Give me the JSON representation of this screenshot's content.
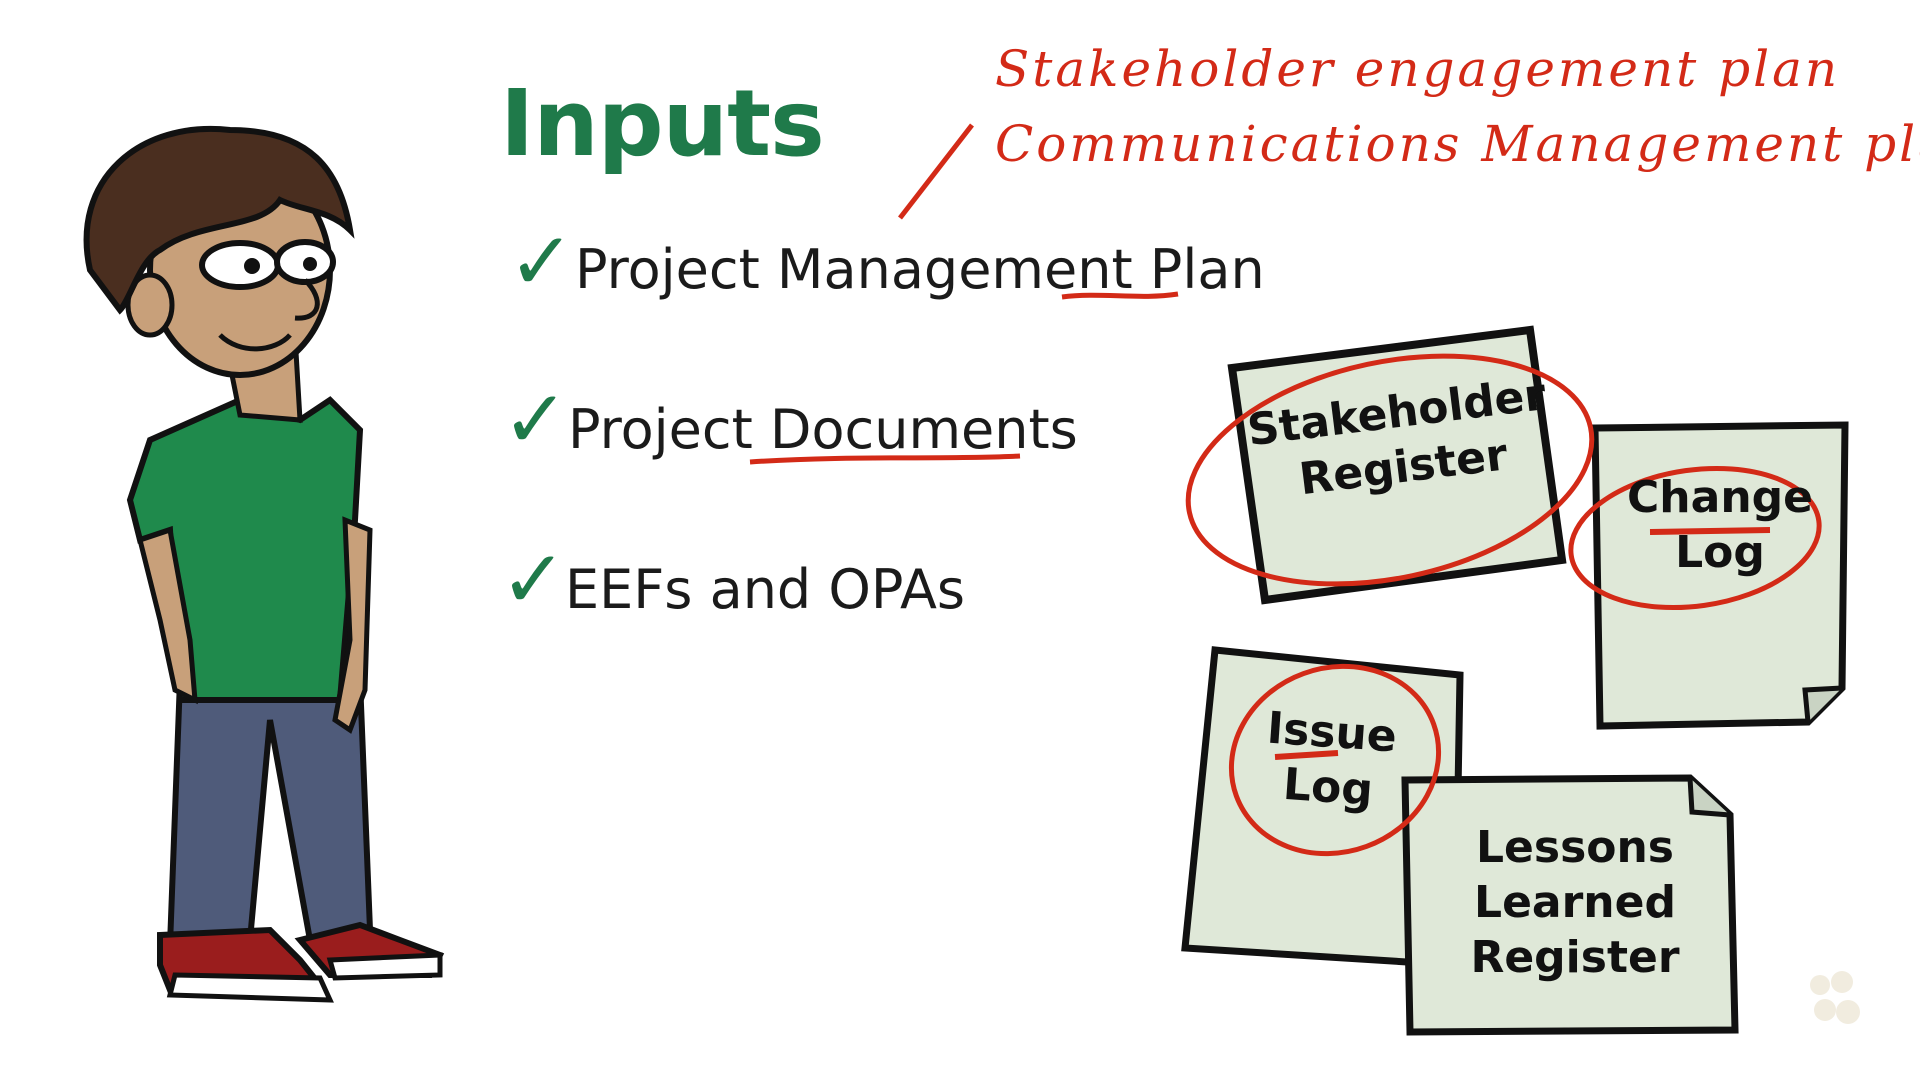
{
  "title": "Inputs",
  "inputs": [
    {
      "label": "Project Management Plan"
    },
    {
      "label": "Project Documents"
    },
    {
      "label": "EEFs and OPAs"
    }
  ],
  "annotations": {
    "line1": "Stakeholder engagement plan",
    "line2": "Communications Management plan"
  },
  "documents": {
    "stakeholder_register": {
      "line1": "Stakeholder",
      "line2": "Register"
    },
    "change_log": {
      "line1": "Change",
      "line2": "Log"
    },
    "issue_log": {
      "line1": "Issue",
      "line2": "Log"
    },
    "lessons_learned": {
      "line1": "Lessons",
      "line2": "Learned",
      "line3": "Register"
    }
  },
  "colors": {
    "title_green": "#1f7a4a",
    "annotation_red": "#d32a17",
    "paper": "#dfe8d8",
    "shirt": "#1f8a4c",
    "jeans": "#4f5b7a",
    "skin": "#c8a07a"
  }
}
